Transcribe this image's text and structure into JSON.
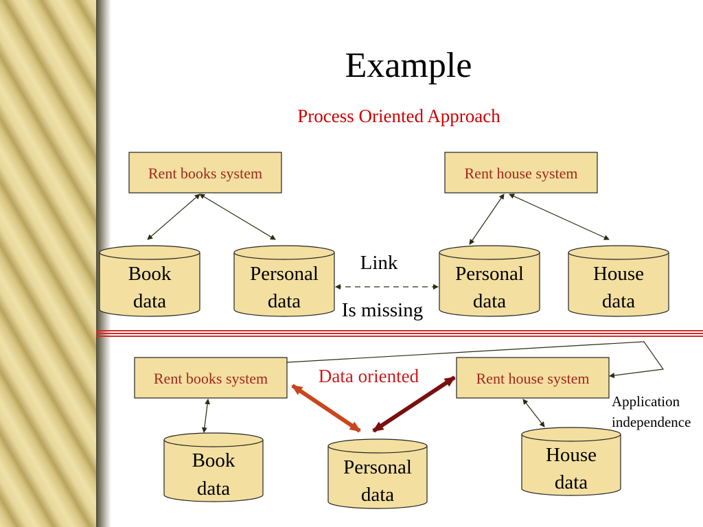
{
  "slide": {
    "title": "Example",
    "subtitle": "Process Oriented Approach"
  },
  "top": {
    "rent_books": "Rent books system",
    "rent_house": "Rent house system",
    "book_data": [
      "Book",
      "data"
    ],
    "personal_data_left": [
      "Personal",
      "data"
    ],
    "personal_data_right": [
      "Personal",
      "data"
    ],
    "house_data": [
      "House",
      "data"
    ],
    "link_label": "Link",
    "missing_label": "Is missing"
  },
  "bottom": {
    "rent_books": "Rent books system",
    "rent_house": "Rent house system",
    "data_oriented": "Data oriented",
    "book_data": [
      "Book",
      "data"
    ],
    "personal_data": [
      "Personal",
      "data"
    ],
    "house_data": [
      "House",
      "data"
    ],
    "app_independence": [
      "Application",
      "independence"
    ]
  },
  "colors": {
    "box_fill": "#f3dfa0",
    "subtitle": "#cc0000",
    "box_label": "#a0281e",
    "separator": "#d62828",
    "arrow_orange": "#c8461e",
    "arrow_dark": "#7a0f0f"
  }
}
